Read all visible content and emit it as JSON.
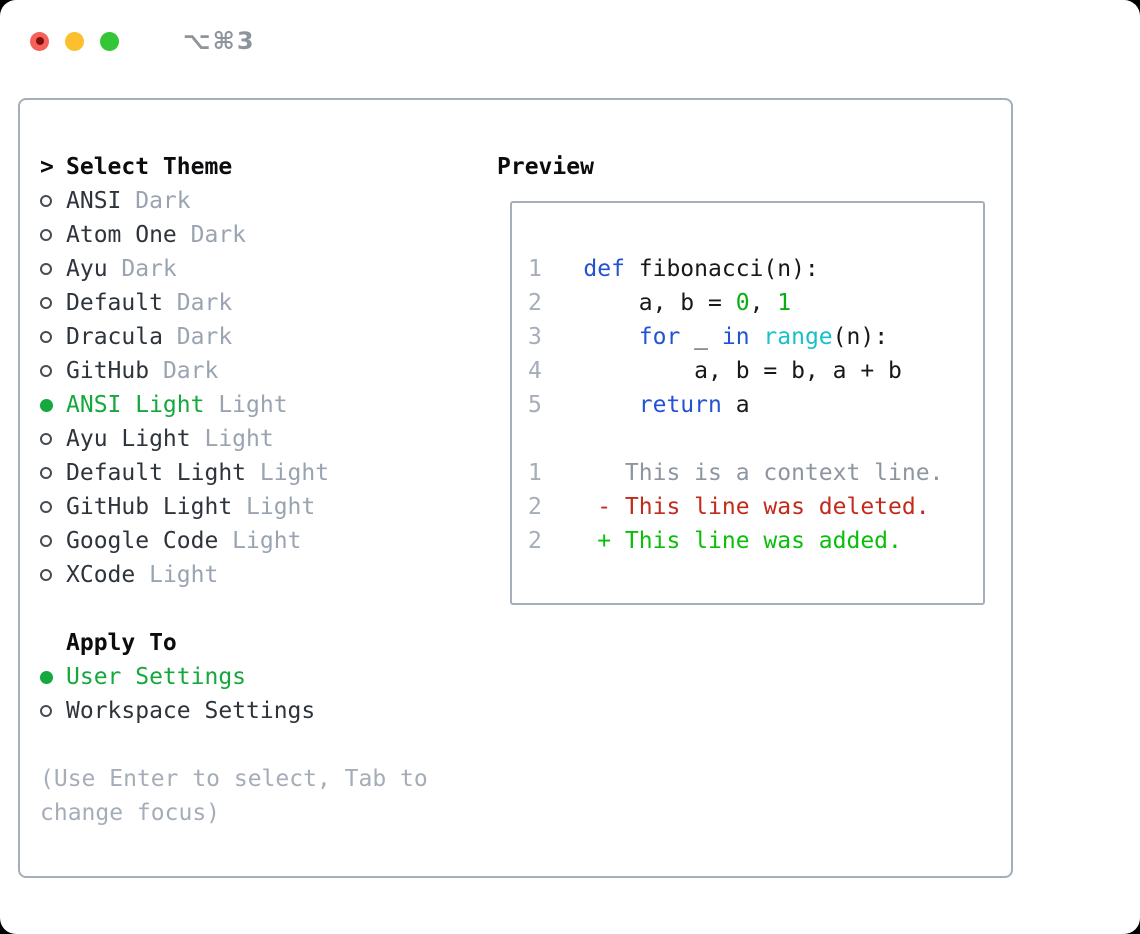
{
  "window": {
    "shortcut": "⌥⌘3"
  },
  "colors": {
    "ui_green": "#15a83c",
    "code_green": "#0bad16",
    "added_green": "#0abf0a",
    "red": "#c22b1c",
    "blue": "#2353d3",
    "cyan": "#15c2ca",
    "fg": "#17181a",
    "gray_tag": "#9aa4b1",
    "gray_num": "#a4adb8",
    "gray_context": "#8d96a0",
    "border_gray": "#a6aeb9"
  },
  "theme_list": {
    "title_prefix": ">",
    "title": "Select Theme",
    "items": [
      {
        "label": "ANSI",
        "tag": "Dark",
        "selected": false
      },
      {
        "label": "Atom One",
        "tag": "Dark",
        "selected": false
      },
      {
        "label": "Ayu",
        "tag": "Dark",
        "selected": false
      },
      {
        "label": "Default",
        "tag": "Dark",
        "selected": false
      },
      {
        "label": "Dracula",
        "tag": "Dark",
        "selected": false
      },
      {
        "label": "GitHub",
        "tag": "Dark",
        "selected": false
      },
      {
        "label": "ANSI Light",
        "tag": "Light",
        "selected": true
      },
      {
        "label": "Ayu Light",
        "tag": "Light",
        "selected": false
      },
      {
        "label": "Default Light",
        "tag": "Light",
        "selected": false
      },
      {
        "label": "GitHub Light",
        "tag": "Light",
        "selected": false
      },
      {
        "label": "Google Code",
        "tag": "Light",
        "selected": false
      },
      {
        "label": "XCode",
        "tag": "Light",
        "selected": false
      }
    ]
  },
  "apply_to": {
    "title": "Apply To",
    "options": [
      {
        "label": "User Settings",
        "selected": true
      },
      {
        "label": "Workspace Settings",
        "selected": false
      }
    ]
  },
  "hint": {
    "lines": [
      "(Use Enter to select, Tab to",
      "change focus)"
    ]
  },
  "preview": {
    "title": "Preview",
    "code_lines": [
      {
        "num": "",
        "segments": []
      },
      {
        "num": "1",
        "segments": [
          {
            "text": "def",
            "color": "blue"
          },
          {
            "text": " fibonacci(n):",
            "color": "fg"
          }
        ]
      },
      {
        "num": "2",
        "segments": [
          {
            "text": "    a, b = ",
            "color": "fg"
          },
          {
            "text": "0",
            "color": "code_green"
          },
          {
            "text": ", ",
            "color": "fg"
          },
          {
            "text": "1",
            "color": "code_green"
          }
        ]
      },
      {
        "num": "3",
        "segments": [
          {
            "text": "    ",
            "color": "fg"
          },
          {
            "text": "for",
            "color": "blue"
          },
          {
            "text": " _ ",
            "color": "fg"
          },
          {
            "text": "in",
            "color": "blue"
          },
          {
            "text": " ",
            "color": "fg"
          },
          {
            "text": "range",
            "color": "cyan"
          },
          {
            "text": "(n):",
            "color": "fg"
          }
        ]
      },
      {
        "num": "4",
        "segments": [
          {
            "text": "        a, b = b, a + b",
            "color": "fg"
          }
        ]
      },
      {
        "num": "5",
        "segments": [
          {
            "text": "    ",
            "color": "fg"
          },
          {
            "text": "return",
            "color": "blue"
          },
          {
            "text": " a",
            "color": "fg"
          }
        ]
      },
      {
        "num": "",
        "segments": []
      },
      {
        "num": "1",
        "segments": [
          {
            "text": "   This is a context line.",
            "color": "gray_context"
          }
        ]
      },
      {
        "num": "2",
        "segments": [
          {
            "text": " - This line was deleted.",
            "color": "red"
          }
        ]
      },
      {
        "num": "2",
        "segments": [
          {
            "text": " + This line was added.",
            "color": "added_green"
          }
        ]
      }
    ]
  }
}
